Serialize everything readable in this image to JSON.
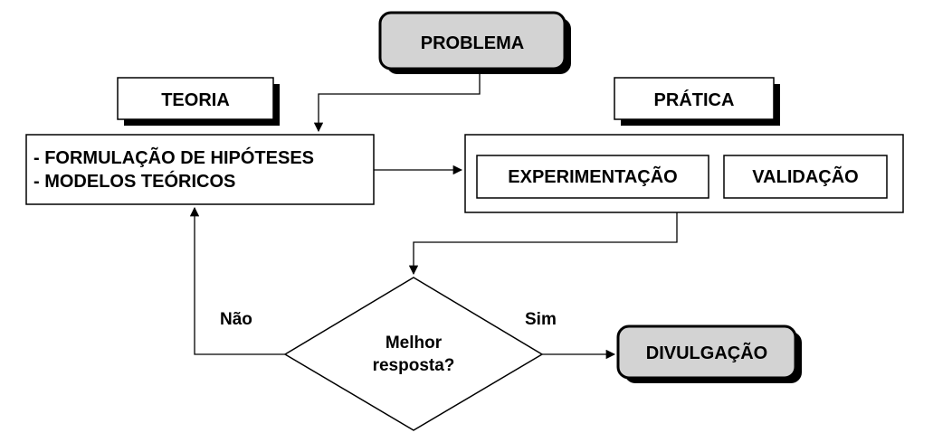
{
  "nodes": {
    "problema": "PROBLEMA",
    "teoria": "TEORIA",
    "pratica": "PRÁTICA",
    "hipoteses_line1": "- FORMULAÇÃO DE HIPÓTESES",
    "hipoteses_line2": "- MODELOS TEÓRICOS",
    "experimentacao": "EXPERIMENTAÇÃO",
    "validacao": "VALIDAÇÃO",
    "decision_line1": "Melhor",
    "decision_line2": "resposta?",
    "divulgacao": "DIVULGAÇÃO"
  },
  "edges": {
    "nao": "Não",
    "sim": "Sim"
  },
  "colors": {
    "terminal_fill": "#d3d3d3",
    "box_fill": "#ffffff",
    "stroke": "#000000",
    "shadow": "#000000"
  }
}
